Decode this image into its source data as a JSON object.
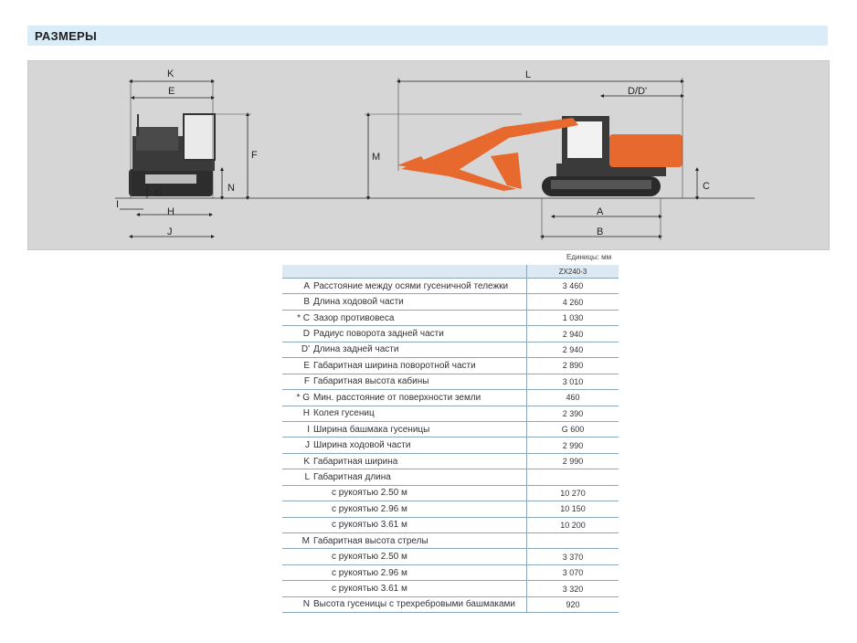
{
  "header": {
    "title": "РАЗМЕРЫ"
  },
  "diagram": {
    "labels": {
      "K": "K",
      "E": "E",
      "F": "F",
      "N": "N",
      "G": "G",
      "I": "I",
      "H": "H",
      "J": "J",
      "L": "L",
      "DD": "D/D'",
      "M": "M",
      "C": "C",
      "A": "A",
      "B": "B"
    },
    "colors": {
      "boom": "#e8692e",
      "machine": "#3a3a3a",
      "background": "#d6d6d6"
    }
  },
  "table": {
    "units": "Единицы: мм",
    "model": "ZX240-3",
    "rows": [
      {
        "code": "A",
        "name": "Расстояние между осями гусеничной тележки",
        "value": "3 460"
      },
      {
        "code": "B",
        "name": "Длина ходовой части",
        "value": "4 260"
      },
      {
        "code": "* C",
        "name": "Зазор противовеса",
        "value": "1 030"
      },
      {
        "code": "D",
        "name": "Радиус поворота задней части",
        "value": "2 940"
      },
      {
        "code": "D'",
        "name": "Длина задней части",
        "value": "2 940"
      },
      {
        "code": "E",
        "name": "Габаритная ширина поворотной части",
        "value": "2 890"
      },
      {
        "code": "F",
        "name": "Габаритная высота кабины",
        "value": "3 010"
      },
      {
        "code": "* G",
        "name": "Мин. расстояние от поверхности земли",
        "value": "460"
      },
      {
        "code": "H",
        "name": "Колея гусениц",
        "value": "2 390"
      },
      {
        "code": "I",
        "name": "Ширина башмака гусеницы",
        "value": "G 600"
      },
      {
        "code": "J",
        "name": "Ширина ходовой части",
        "value": "2 990"
      },
      {
        "code": "K",
        "name": "Габаритная ширина",
        "value": "2 990"
      },
      {
        "code": "L",
        "name": "Габаритная длина",
        "value": ""
      },
      {
        "code": "",
        "name": "с рукоятью 2.50 м",
        "value": "10 270",
        "indent": true
      },
      {
        "code": "",
        "name": "с рукоятью 2.96 м",
        "value": "10 150",
        "indent": true
      },
      {
        "code": "",
        "name": "с рукоятью 3.61 м",
        "value": "10 200",
        "indent": true
      },
      {
        "code": "M",
        "name": "Габаритная высота стрелы",
        "value": ""
      },
      {
        "code": "",
        "name": "с рукоятью 2.50 м",
        "value": "3 370",
        "indent": true
      },
      {
        "code": "",
        "name": "с рукоятью 2.96 м",
        "value": "3 070",
        "indent": true
      },
      {
        "code": "",
        "name": "с рукоятью 3.61 м",
        "value": "3 320",
        "indent": true
      },
      {
        "code": "N",
        "name": "Высота гусеницы с трехребровыми башмаками",
        "value": "920"
      }
    ]
  }
}
